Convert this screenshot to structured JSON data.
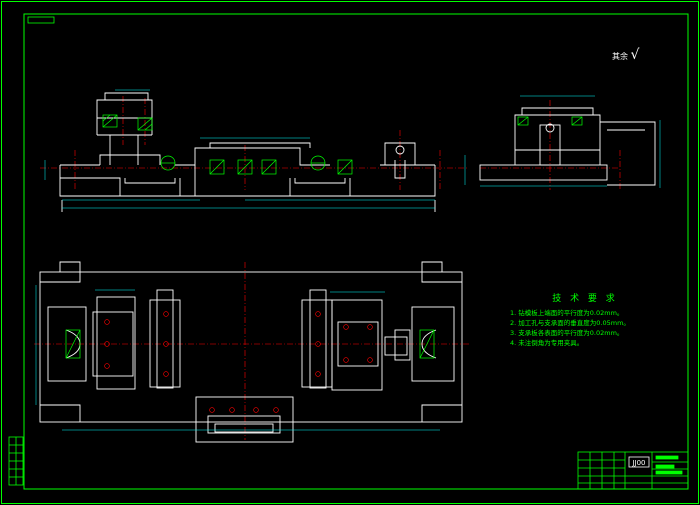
{
  "roughness": {
    "label": "其余",
    "mark": "√"
  },
  "technical_requirements": {
    "title": "技 术 要 求",
    "items": [
      "1. 钻模板上端面的平行度为0.02mm。",
      "2. 加工孔与支承面的垂直度为0.05mm。",
      "3. 支承板各表面的平行度为0.02mm。",
      "4. 未注倒角为专用夹具。"
    ]
  },
  "title_block": {
    "code": "JJ00"
  },
  "colors": {
    "background": "#000000",
    "frame": "#00ff00",
    "outline": "#ffffff",
    "centerline": "#ff0000",
    "dimension": "#00ffff",
    "hatch": "#00ff00"
  }
}
